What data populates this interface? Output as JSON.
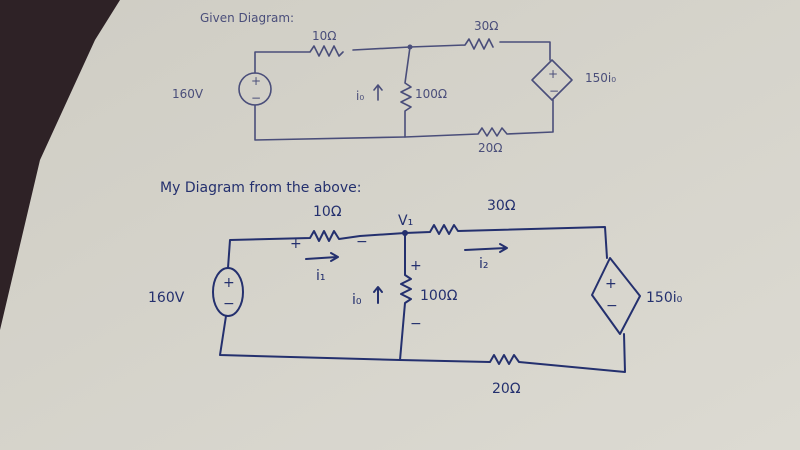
{
  "given": {
    "title": "Given Diagram:",
    "r1": "10Ω",
    "r2": "30Ω",
    "r3": "100Ω",
    "r4": "20Ω",
    "source": "160V",
    "dep_source": "150i₀",
    "current": "i₀",
    "plus": "+",
    "minus": "−"
  },
  "mine": {
    "title": "My Diagram from the above:",
    "r1": "10Ω",
    "r2": "30Ω",
    "r3": "100Ω",
    "r4": "20Ω",
    "source": "160V",
    "dep_source": "150i₀",
    "current": "i₀",
    "i1": "i₁",
    "i2": "i₂",
    "node": "V₁",
    "plus": "+",
    "minus": "−"
  },
  "colors": {
    "paper": "#d6d4cb",
    "pencil": "#4a4e7a",
    "ink": "#24306e",
    "shadow": "#2e2226"
  }
}
